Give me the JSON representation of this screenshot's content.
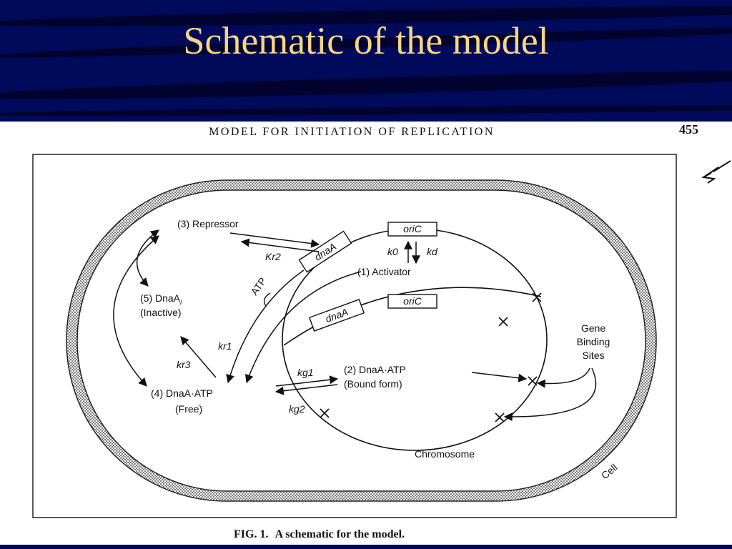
{
  "slide": {
    "title": "Schematic of the model"
  },
  "figure": {
    "heading": "MODEL FOR INITIATION OF REPLICATION",
    "page_number": "455",
    "caption_prefix": "FIG. 1.",
    "caption_text": "A schematic for the model."
  },
  "nodes": {
    "repressor": "(3) Repressor",
    "dnaa_i_line1": "(5) DnaA",
    "dnaa_i_sub": "i",
    "dnaa_i_line2": "(Inactive)",
    "dnaa_atp_free_line1": "(4) DnaA·ATP",
    "dnaa_atp_free_line2": "(Free)",
    "activator": "(1) Activator",
    "dnaa_atp_bound_line1": "(2) DnaA·ATP",
    "dnaa_atp_bound_line2": "(Bound form)",
    "gene_binding_line1": "Gene",
    "gene_binding_line2": "Binding",
    "gene_binding_line3": "Sites",
    "chromosome": "Chromosome",
    "cell": "Cell",
    "atp": "ATP",
    "oric_top": "oriC",
    "oric_bottom": "oriC",
    "dnaa_box_top": "dnaA",
    "dnaa_box_bottom": "dnaA"
  },
  "rates": {
    "kr2": "Kr2",
    "k0": "k0",
    "kd": "kd",
    "kr1": "kr1",
    "kr3": "kr3",
    "kg1": "kg1",
    "kg2": "kg2"
  },
  "colors": {
    "header_bg": "#000a5a",
    "title_color": "#f7d683"
  }
}
